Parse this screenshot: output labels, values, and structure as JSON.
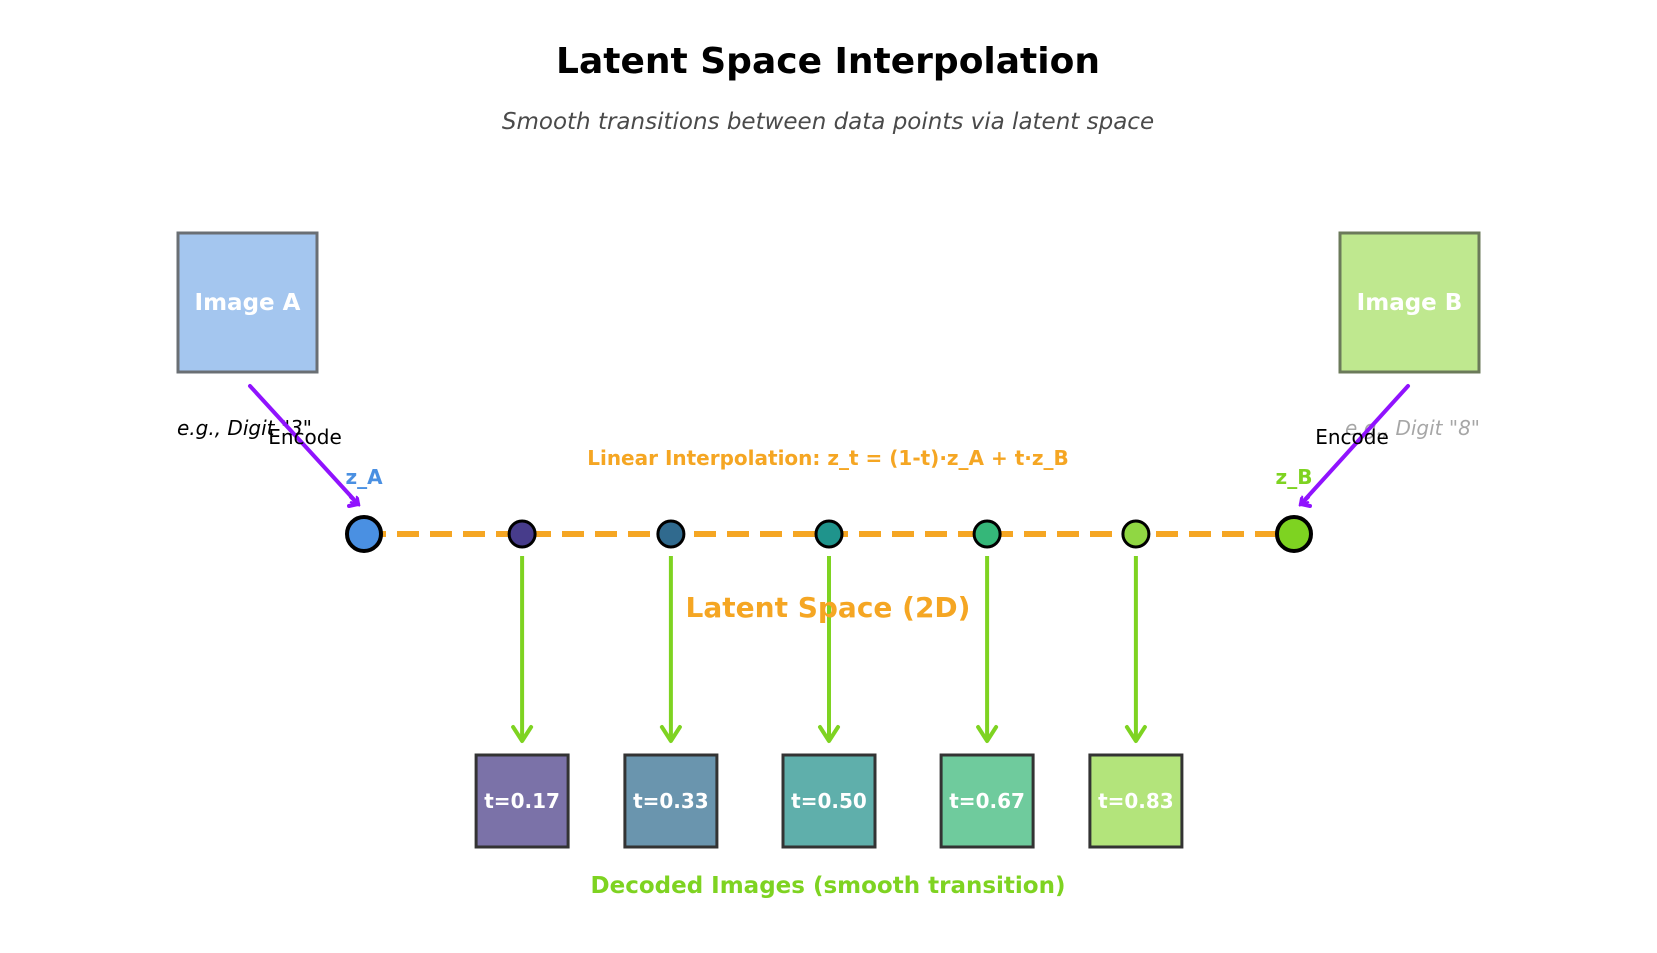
{
  "title": "Latent Space Interpolation",
  "subtitle": "Smooth transitions between data points via latent space",
  "image_a": {
    "label": "Image A",
    "example": "e.g., Digit \"3\"",
    "color": "#a4c6ef"
  },
  "image_b": {
    "label": "Image B",
    "example": "e.g., Digit \"8\"",
    "color": "#bfe88f"
  },
  "encode_label": "Encode",
  "z_a": {
    "label": "z_A",
    "color": "#4a90e2"
  },
  "z_b": {
    "label": "z_B",
    "color": "#7ed321"
  },
  "formula": "Linear Interpolation: z_t = (1-t)·z_A + t·z_B",
  "latent_space_label": "Latent Space (2D)",
  "decoded_label": "Decoded Images (smooth transition)",
  "colors": {
    "interpolation_line": "#f5a623",
    "encode_arrow": "#9013fe",
    "decode_arrow": "#7ed321"
  },
  "interpolation_points": [
    {
      "t": 0.17,
      "label": "t=0.17",
      "point_color": "#473c8b",
      "box_color": "#7b72a8"
    },
    {
      "t": 0.33,
      "label": "t=0.33",
      "point_color": "#306a8e",
      "box_color": "#6a95ae"
    },
    {
      "t": 0.5,
      "label": "t=0.50",
      "point_color": "#1f948c",
      "box_color": "#5fafab"
    },
    {
      "t": 0.67,
      "label": "t=0.67",
      "point_color": "#35b779",
      "box_color": "#6fcb9d"
    },
    {
      "t": 0.83,
      "label": "t=0.83",
      "point_color": "#90d743",
      "box_color": "#b3e47b"
    }
  ]
}
